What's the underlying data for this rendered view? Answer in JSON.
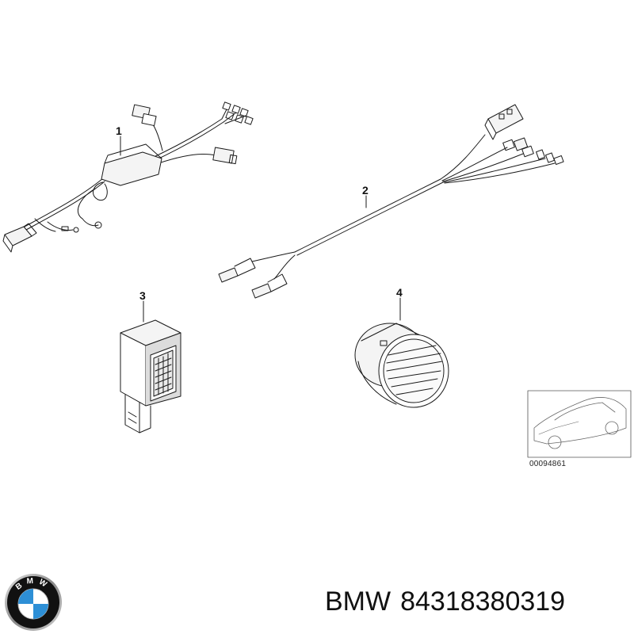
{
  "callouts": {
    "c1": "1",
    "c2": "2",
    "c3": "3",
    "c4": "4"
  },
  "reference": {
    "drawing_code": "00094861"
  },
  "caption": {
    "brand": "BMW",
    "part_number": "84318380319"
  },
  "logo": {
    "letters": "BMW",
    "colors": {
      "blue": "#2d8fd6",
      "white": "#ffffff",
      "ring": "#111111",
      "chrome": "#9a9a9a"
    }
  },
  "colors": {
    "line": "#1a1a1a",
    "fill_light": "#f4f4f4",
    "fill_mid": "#dcdcdc"
  }
}
